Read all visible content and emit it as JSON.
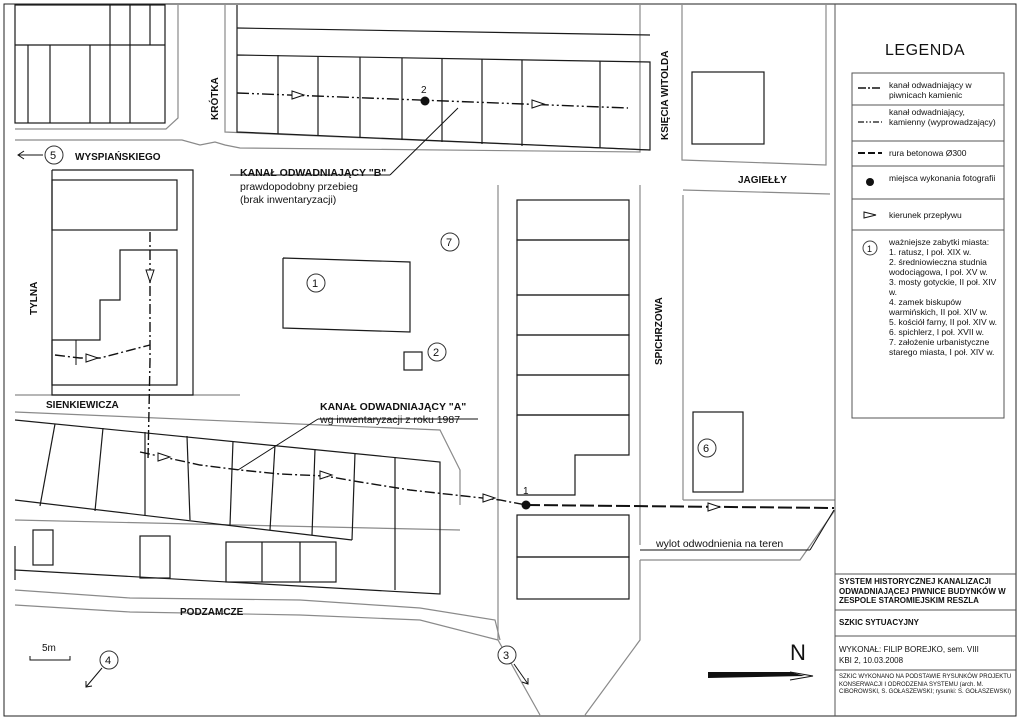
{
  "legend": {
    "title": "LEGENDA",
    "entries": [
      {
        "label": "kanał odwadniający w piwnicach kamienic",
        "symbol": "dash-dot-arrow"
      },
      {
        "label": "kanał odwadniający, kamienny (wyprowadzający)",
        "symbol": "dash-dot-dot"
      },
      {
        "label": "rura betonowa Ø300",
        "symbol": "long-dash"
      },
      {
        "label": "miejsca wykonania fotografii",
        "symbol": "filled-dot"
      },
      {
        "label": "kierunek przepływu",
        "symbol": "arrow-outline"
      }
    ],
    "sites_marker": "1",
    "sites_heading": "ważniejsze zabytki miasta:",
    "sites": [
      "1. ratusz, I poł. XIX w.",
      "2. średniowieczna studnia wodociągowa, I poł. XV w.",
      "3. mosty gotyckie, II poł. XIV w.",
      "4. zamek biskupów warmińskich, II poł. XIV w.",
      "5. kościół farny, II poł. XIV w.",
      "6. spichlerz, I poł. XVII w.",
      "7. założenie urbanistyczne starego miasta, I poł. XIV w."
    ]
  },
  "title_block": {
    "project": "SYSTEM HISTORYCZNEJ KANALIZACJI ODWADNIAJĄCEJ PIWNICE BUDYNKÓW W ZESPOLE STAROMIEJSKIM RESZLA",
    "drawing": "SZKIC SYTUACYJNY",
    "author": "WYKONAŁ: FILIP BOREJKO, sem. VIII",
    "group_date": "KBI 2, 10.03.2008",
    "note": "SZKIC WYKONANO NA PODSTAWIE RYSUNKÓW PROJEKTU KONSERWACJI I ODRODZENIA SYSTEMU (arch. M. CIBOROWSKI, S. GOŁASZEWSKI; rysunki: S. GOŁASZEWSKI)"
  },
  "streets": {
    "wyspianskiego": "WYSPIAŃSKIEGO",
    "krotka": "KRÓTKA",
    "ksiecia_witolda": "KSIĘCIA WITOLDA",
    "jagielly": "JAGIEŁŁY",
    "tylna": "TYLNA",
    "sienkiewicza": "SIENKIEWICZA",
    "spichrzowa": "SPICHRZOWA",
    "podzamcze": "PODZAMCZE"
  },
  "annotations": {
    "kanal_b_title": "KANAŁ ODWADNIAJĄCY \"B\"",
    "kanal_b_line2": "prawdopodobny przebieg",
    "kanal_b_line3": "(brak inwentaryzacji)",
    "kanal_a_title": "KANAŁ ODWADNIAJĄCY \"A\"",
    "kanal_a_line2": "wg inwentaryzacji z roku 1987",
    "outlet": "wylot odwodnienia na teren",
    "scale": "5m",
    "north": "N"
  },
  "photo_points": [
    "1",
    "2"
  ],
  "monuments": [
    "1",
    "2",
    "3",
    "4",
    "5",
    "6",
    "7"
  ]
}
